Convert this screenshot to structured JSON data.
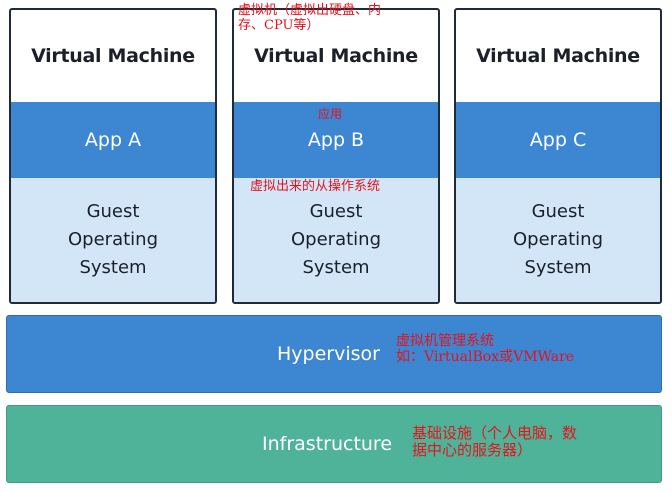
{
  "vms": [
    {
      "title": "Virtual Machine",
      "app": "App A",
      "os_lines": [
        "Guest",
        "Operating",
        "System"
      ]
    },
    {
      "title": "Virtual Machine",
      "app": "App B",
      "os_lines": [
        "Guest",
        "Operating",
        "System"
      ]
    },
    {
      "title": "Virtual Machine",
      "app": "App C",
      "os_lines": [
        "Guest",
        "Operating",
        "System"
      ]
    }
  ],
  "hypervisor": {
    "label": "Hypervisor"
  },
  "infrastructure": {
    "label": "Infrastructure"
  },
  "annotations": {
    "vm": [
      "虚拟机（虚拟出硬盘、内",
      "存、CPU等）"
    ],
    "app": "应用",
    "guest_os": "虚拟出来的从操作系统",
    "hypervisor": [
      "虚拟机管理系统",
      "如：VirtualBox或VMWare"
    ],
    "infrastructure": [
      "基础设施（个人电脑，数",
      "据中心的服务器）"
    ]
  },
  "colors": {
    "app_blue": "#3c86d2",
    "os_light_blue": "#d2e6f8",
    "infrastructure_green": "#4fb39a",
    "annotation_red": "#e3141c"
  }
}
